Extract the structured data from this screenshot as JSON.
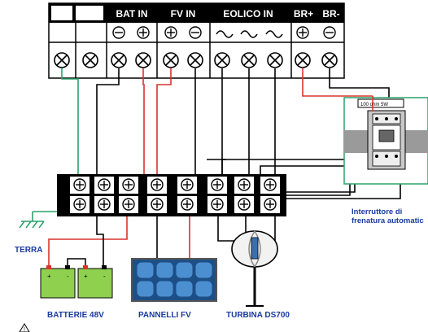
{
  "header": {
    "bat_in": "BAT IN",
    "fv_in": "FV IN",
    "eolico_in": "EOLICO IN",
    "br_plus": "BR+",
    "br_minus": "BR-"
  },
  "labels": {
    "terra": "TERRA",
    "batterie": "BATTERIE 48V",
    "pannelli": "PANNELLI FV",
    "turbina": "TURBINA DS700",
    "interruttore_1": "Interruttore di",
    "interruttore_2": "frenatura automatic",
    "resistor": "100 ohm 5W"
  },
  "colors": {
    "header_bg": "#000000",
    "wire_black": "#000000",
    "wire_red": "#d9342b",
    "wire_green": "#2aa36b",
    "battery_green": "#8fd14f",
    "panel_blue": "#2f6fb0",
    "label_blue": "#1a3aa0"
  },
  "icons": [
    "ground-icon",
    "battery-icon",
    "solar-panel-icon",
    "wind-turbine-icon",
    "warning-icon",
    "terminal-screw-icon"
  ]
}
